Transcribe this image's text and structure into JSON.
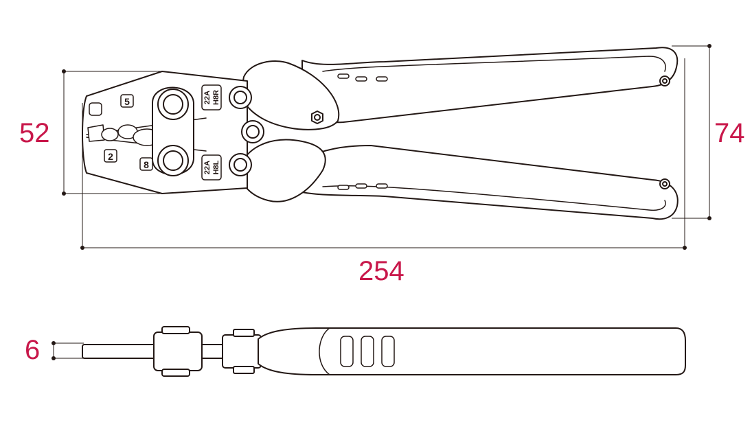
{
  "colors": {
    "outline": "#231815",
    "dimension_text": "#c8174a",
    "dimension_line": "#231815",
    "fill": "#ffffff"
  },
  "dimensions": {
    "height_jaw": "52",
    "height_handle": "74",
    "length": "254",
    "thickness": "6"
  },
  "jaw_markings": {
    "size_5": "5",
    "size_2": "2",
    "size_8": "8",
    "upper_die_top": "22A",
    "upper_die_bottom": "H8R",
    "lower_die_top": "22A",
    "lower_die_bottom": "H8L"
  }
}
